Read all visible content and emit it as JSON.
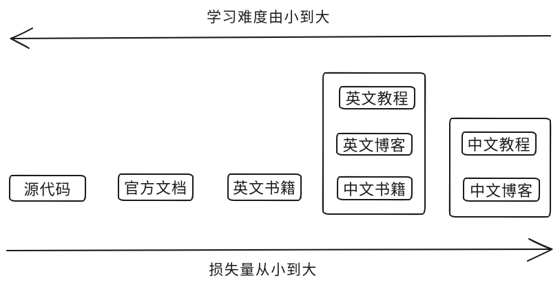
{
  "diagram": {
    "background": "#ffffff",
    "ink": "#1b1b1b",
    "top_arrow": {
      "label": "学习难度由小到大",
      "direction": "left"
    },
    "bottom_arrow": {
      "label": "损失量从小到大",
      "direction": "right"
    },
    "boxes": [
      {
        "label": "源代码"
      },
      {
        "label": "官方文档"
      },
      {
        "label": "英文书籍"
      }
    ],
    "groups": [
      {
        "items": [
          {
            "label": "英文教程"
          },
          {
            "label": "英文博客"
          },
          {
            "label": "中文书籍"
          }
        ]
      },
      {
        "items": [
          {
            "label": "中文教程"
          },
          {
            "label": "中文博客"
          }
        ]
      }
    ]
  }
}
